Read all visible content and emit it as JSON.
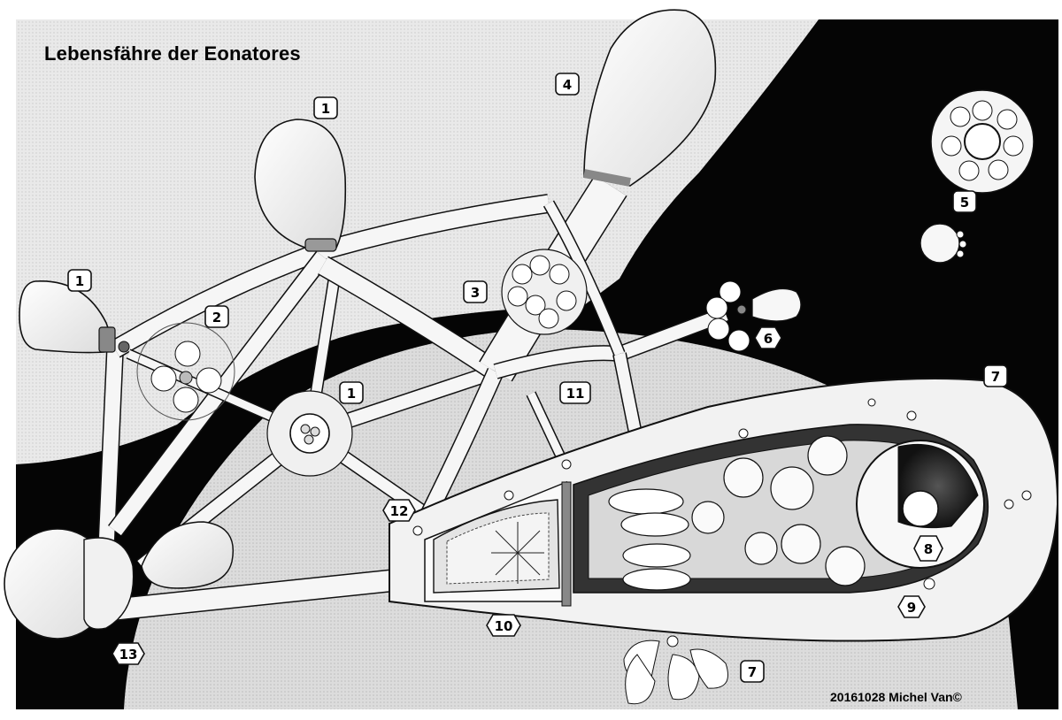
{
  "title": "Lebensfähre der Eonatores",
  "credit": "20161028 Michel Van©",
  "labels": [
    "1",
    "1",
    "1",
    "2",
    "3",
    "4",
    "5",
    "6",
    "7",
    "7",
    "8",
    "9",
    "10",
    "11",
    "12",
    "13"
  ]
}
